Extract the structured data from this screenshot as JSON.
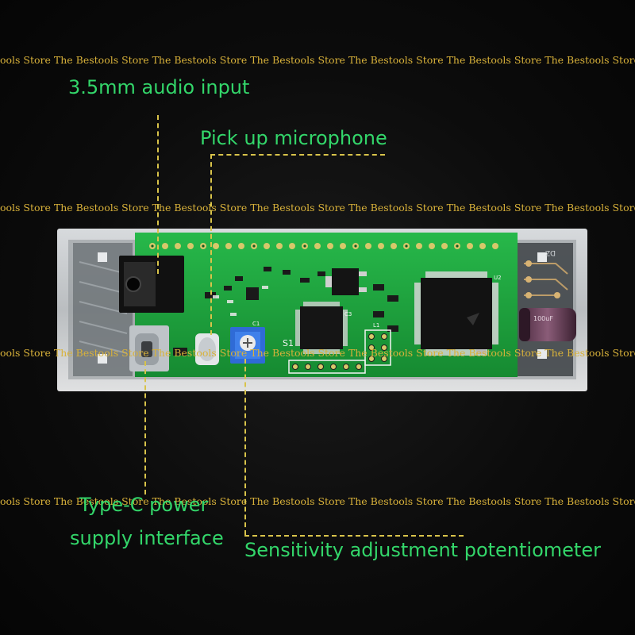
{
  "watermark": {
    "text": "ools Store The Bestools Store The Bestools Store The Bestools Store The Bestools Store The Bestools Store The Bestools Store The Bestools Store The Bestools Store"
  },
  "callouts": {
    "audio_input": "3.5mm audio input",
    "microphone": "Pick up microphone",
    "type_c_line1": "Type-C power",
    "type_c_line2": "supply interface",
    "potentiometer": "Sensitivity adjustment potentiometer"
  },
  "board": {
    "silk_s1": "S1",
    "silk_c3": "C3",
    "silk_c1": "C1",
    "silk_u2": "U2",
    "silk_l1": "L1",
    "capacitor_label": "100uF",
    "end_label": "DZ"
  },
  "colors": {
    "label_green": "#33d66a",
    "dash_yellow": "#d8c34a",
    "watermark_gold": "#d9b23a",
    "pcb_green": "#1ea33a"
  }
}
